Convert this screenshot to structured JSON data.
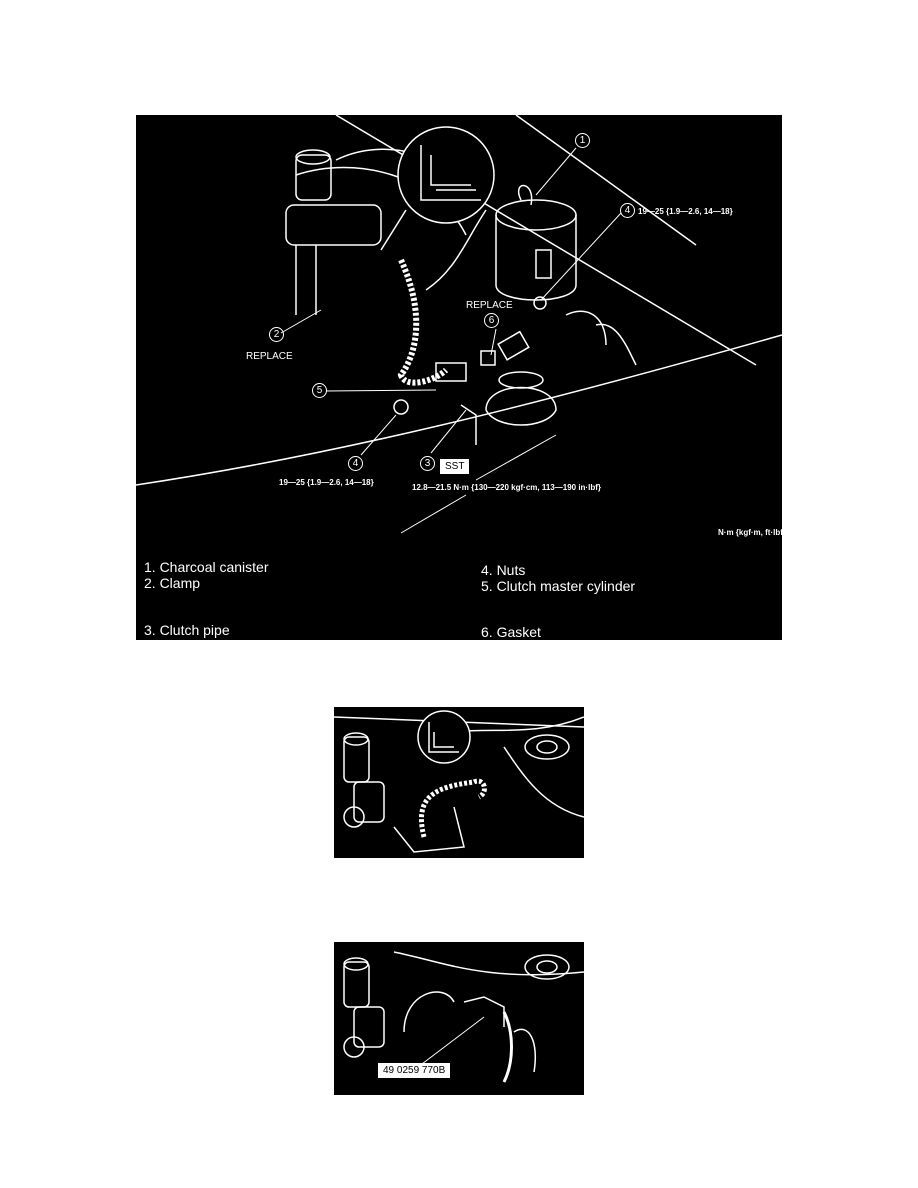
{
  "figure1": {
    "callouts": [
      "1",
      "2",
      "3",
      "4",
      "4",
      "5",
      "6"
    ],
    "replace_labels": [
      "REPLACE",
      "REPLACE"
    ],
    "sst_label": "SST",
    "torque_nuts_top": "19—25 {1.9—2.6, 14—18}",
    "torque_nuts_bottom": "19—25 {1.9—2.6, 14—18}",
    "torque_pipe": "12.8—21.5 N·m {130—220 kgf·cm, 113—190 in·lbf}",
    "units": "N·m {kgf·m, ft·lbf}",
    "legend": [
      "1.  Charcoal canister",
      "2.  Clamp",
      "3.  Clutch pipe",
      "4.  Nuts",
      "5.  Clutch master cylinder",
      "6.  Gasket"
    ]
  },
  "figure3": {
    "tool_label": "49 0259 770B"
  }
}
